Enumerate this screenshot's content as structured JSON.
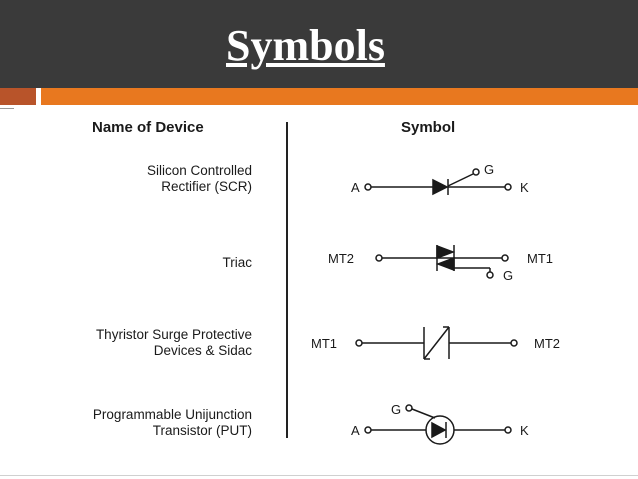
{
  "slide": {
    "title": "Symbols",
    "header_device": "Name of Device",
    "header_symbol": "Symbol"
  },
  "devices": [
    {
      "name_lines": [
        "Silicon Controlled",
        "Rectifier (SCR)"
      ],
      "pins": [
        "A",
        "K",
        "G"
      ]
    },
    {
      "name_lines": [
        "Triac"
      ],
      "pins": [
        "MT2",
        "MT1",
        "G"
      ]
    },
    {
      "name_lines": [
        "Thyristor Surge Protective",
        "Devices & Sidac"
      ],
      "pins": [
        "MT1",
        "MT2"
      ]
    },
    {
      "name_lines": [
        "Programmable Unijunction",
        "Transistor (PUT)"
      ],
      "pins": [
        "A",
        "K",
        "G"
      ]
    }
  ],
  "colors": {
    "title_bar": "#3a3a3a",
    "accent_orange": "#e8781f",
    "accent_dark": "#b8542a"
  }
}
